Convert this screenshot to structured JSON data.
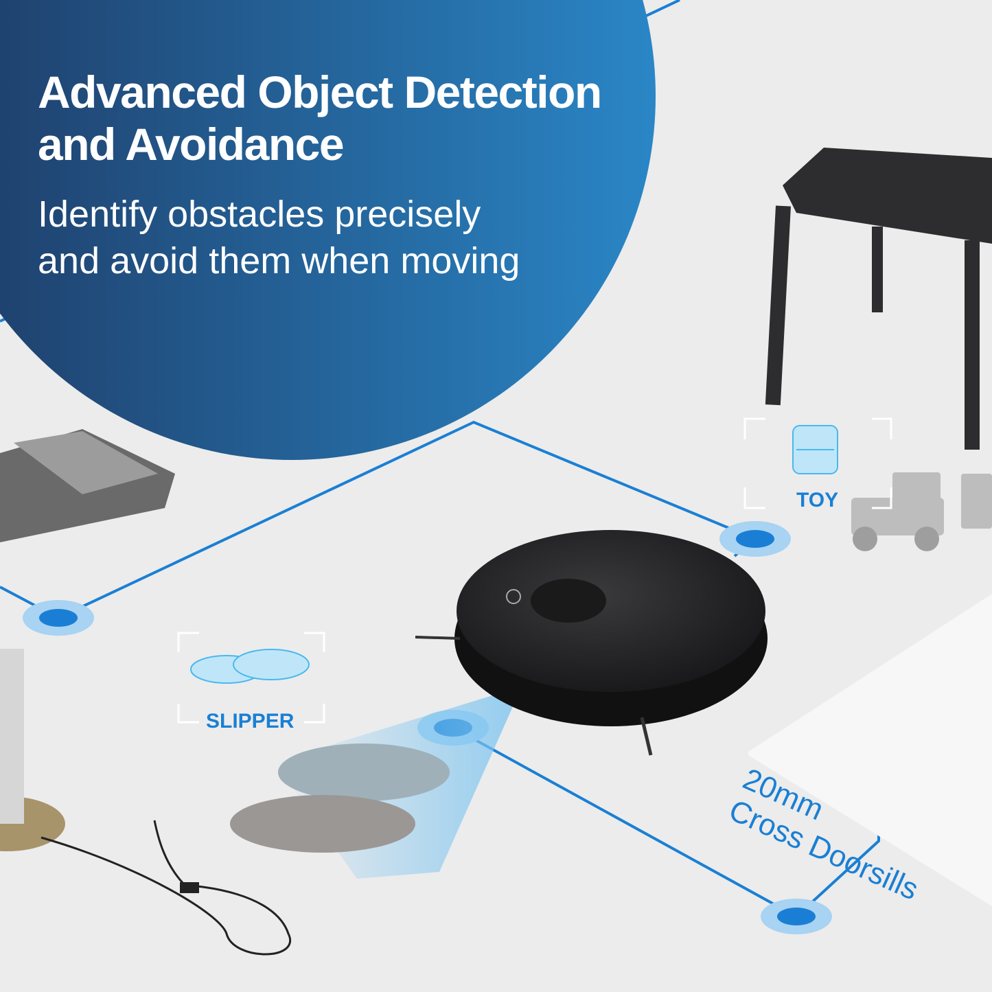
{
  "headline": {
    "title_line1": "Advanced Object Detection",
    "title_line2": "and Avoidance",
    "subtitle_line1": "Identify obstacles precisely",
    "subtitle_line2": "and avoid them when moving"
  },
  "labels": {
    "toy": "TOY",
    "slipper": "SLIPPER",
    "doorsill_height": "20mm",
    "doorsill_text": "Cross Doorsills"
  },
  "colors": {
    "accent": "#1a7fd4",
    "circle_dark": "#1e3b66",
    "circle_light": "#2a86c6",
    "floor": "#ececec",
    "robot": "#1c1c1e"
  }
}
